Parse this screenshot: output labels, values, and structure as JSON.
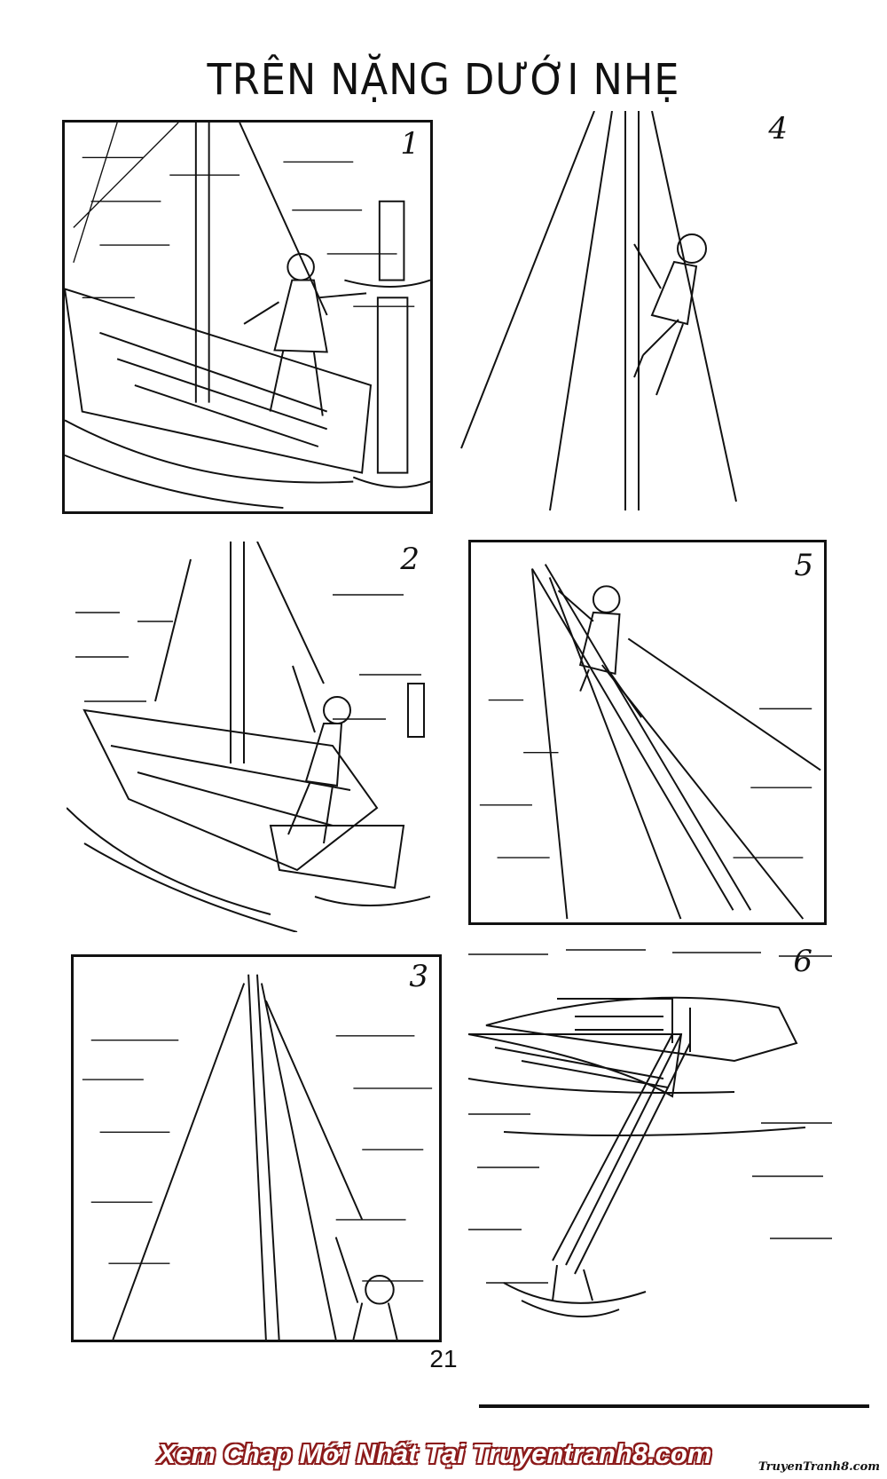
{
  "page": {
    "title": "TRÊN NẶNG DƯỚI NHẸ",
    "page_number": "21",
    "footer_text": "Xem Chap Mới Nhất Tại Truyentranh8.com",
    "watermark": "TruyenTranh8.com"
  },
  "panels": [
    {
      "number": "1",
      "scene": "boy-at-dock"
    },
    {
      "number": "2",
      "scene": "boy-pulling-rope"
    },
    {
      "number": "3",
      "scene": "boy-climbing-base"
    },
    {
      "number": "4",
      "scene": "boy-climbing-mast"
    },
    {
      "number": "5",
      "scene": "boy-at-masthead"
    },
    {
      "number": "6",
      "scene": "boat-capsized"
    }
  ],
  "colors": {
    "ink": "#111111",
    "paper": "#ffffff",
    "footer_stroke": "#8c1a1a"
  }
}
